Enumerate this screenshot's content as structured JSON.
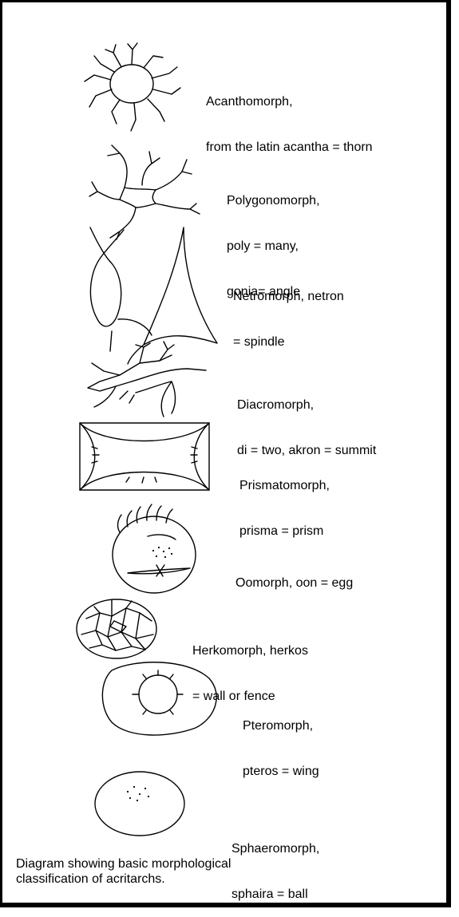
{
  "morphotypes": [
    {
      "line1": "Acanthomorph,",
      "line2": "from the latin acantha = thorn",
      "line3": ""
    },
    {
      "line1": "Polygonomorph,",
      "line2": "poly = many,",
      "line3": "gonia= angle"
    },
    {
      "line1": "Netromorph, netron",
      "line2": "= spindle",
      "line3": ""
    },
    {
      "line1": "Diacromorph,",
      "line2": "di = two, akron = summit",
      "line3": ""
    },
    {
      "line1": "Prismatomorph,",
      "line2": "prisma = prism",
      "line3": ""
    },
    {
      "line1": "Oomorph, oon = egg",
      "line2": "",
      "line3": ""
    },
    {
      "line1": "Herkomorph, herkos",
      "line2": "= wall or fence",
      "line3": ""
    },
    {
      "line1": "Pteromorph,",
      "line2": "pteros = wing",
      "line3": ""
    },
    {
      "line1": "Sphaeromorph,",
      "line2": "sphaira = ball",
      "line3": ""
    }
  ],
  "caption": {
    "line1": "Diagram showing basic morphological",
    "line2": "classification of acritarchs."
  }
}
